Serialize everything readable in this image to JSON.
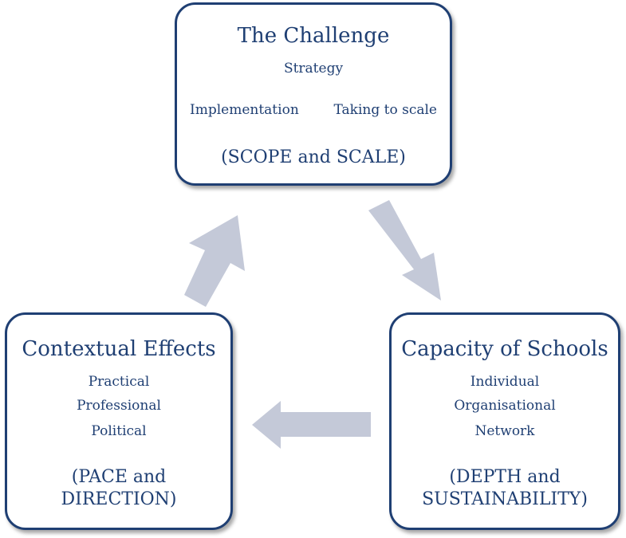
{
  "top": {
    "title": "The Challenge",
    "items": [
      "Strategy",
      "Implementation",
      "Taking to scale"
    ],
    "tag": "(SCOPE and SCALE)"
  },
  "left": {
    "title": "Contextual Effects",
    "items": [
      "Practical",
      "Professional",
      "Political"
    ],
    "tag_line1": "(PACE and",
    "tag_line2": "DIRECTION)"
  },
  "right": {
    "title": "Capacity of Schools",
    "items": [
      "Individual",
      "Organisational",
      "Network"
    ],
    "tag_line1": "(DEPTH and",
    "tag_line2": "SUSTAINABILITY)"
  },
  "colors": {
    "border": "#1f3f73",
    "text": "#1f3f73",
    "arrow": "#c4c9d8"
  }
}
